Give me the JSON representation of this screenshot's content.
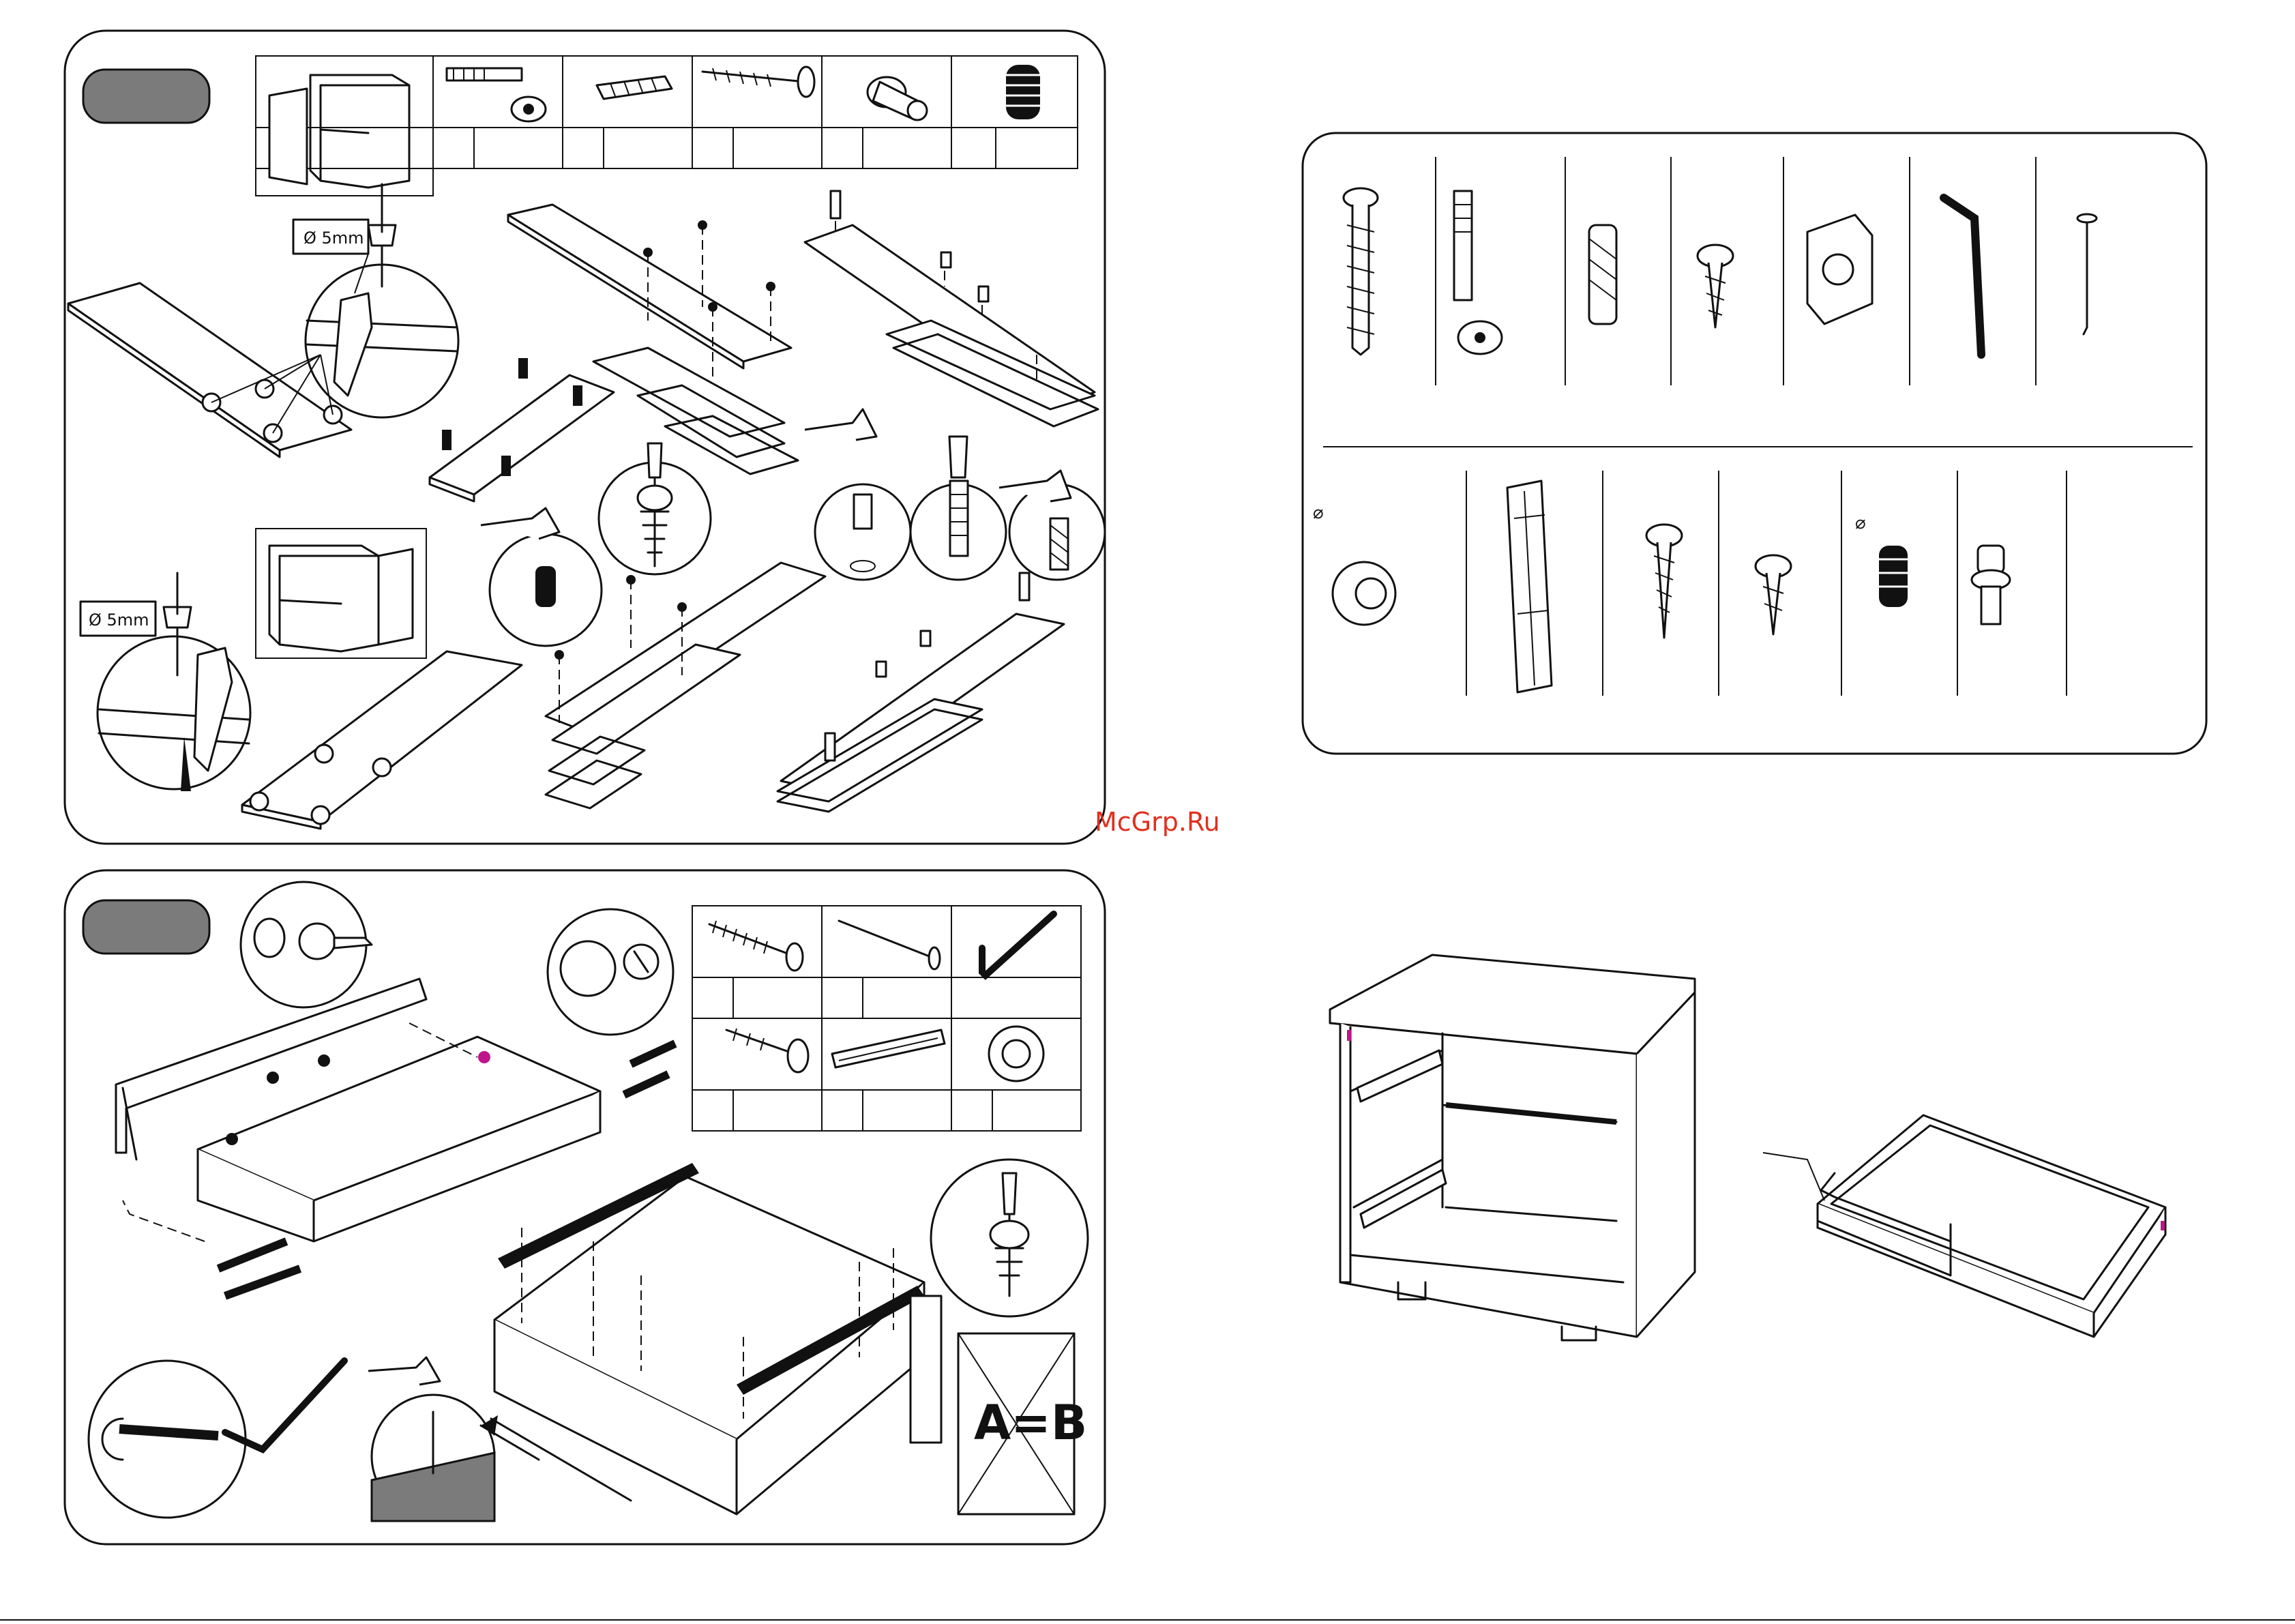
{
  "watermark": "McGrp.Ru",
  "step1": {
    "drill_label_top": "Ø 5mm",
    "drill_label_bottom": "Ø 5mm"
  },
  "step2": {
    "check_label": "A=B"
  },
  "parts_panel": {
    "diameter_symbol_1": "⌀",
    "diameter_symbol_2": "⌀"
  },
  "icons": {
    "hardware": [
      "cam-bolt-icon",
      "dowel-icon",
      "screw-icon",
      "shelf-pin-icon",
      "nut-sleeve-icon",
      "hex-key-icon",
      "nail-icon",
      "drawer-runner-icon",
      "knob-icon",
      "hammer-icon",
      "screwdriver-icon",
      "drill-icon"
    ]
  },
  "colors": {
    "line": "#111111",
    "step_pill": "#7b7b7b",
    "watermark": "#e0301e",
    "marker": "#c0148c"
  }
}
